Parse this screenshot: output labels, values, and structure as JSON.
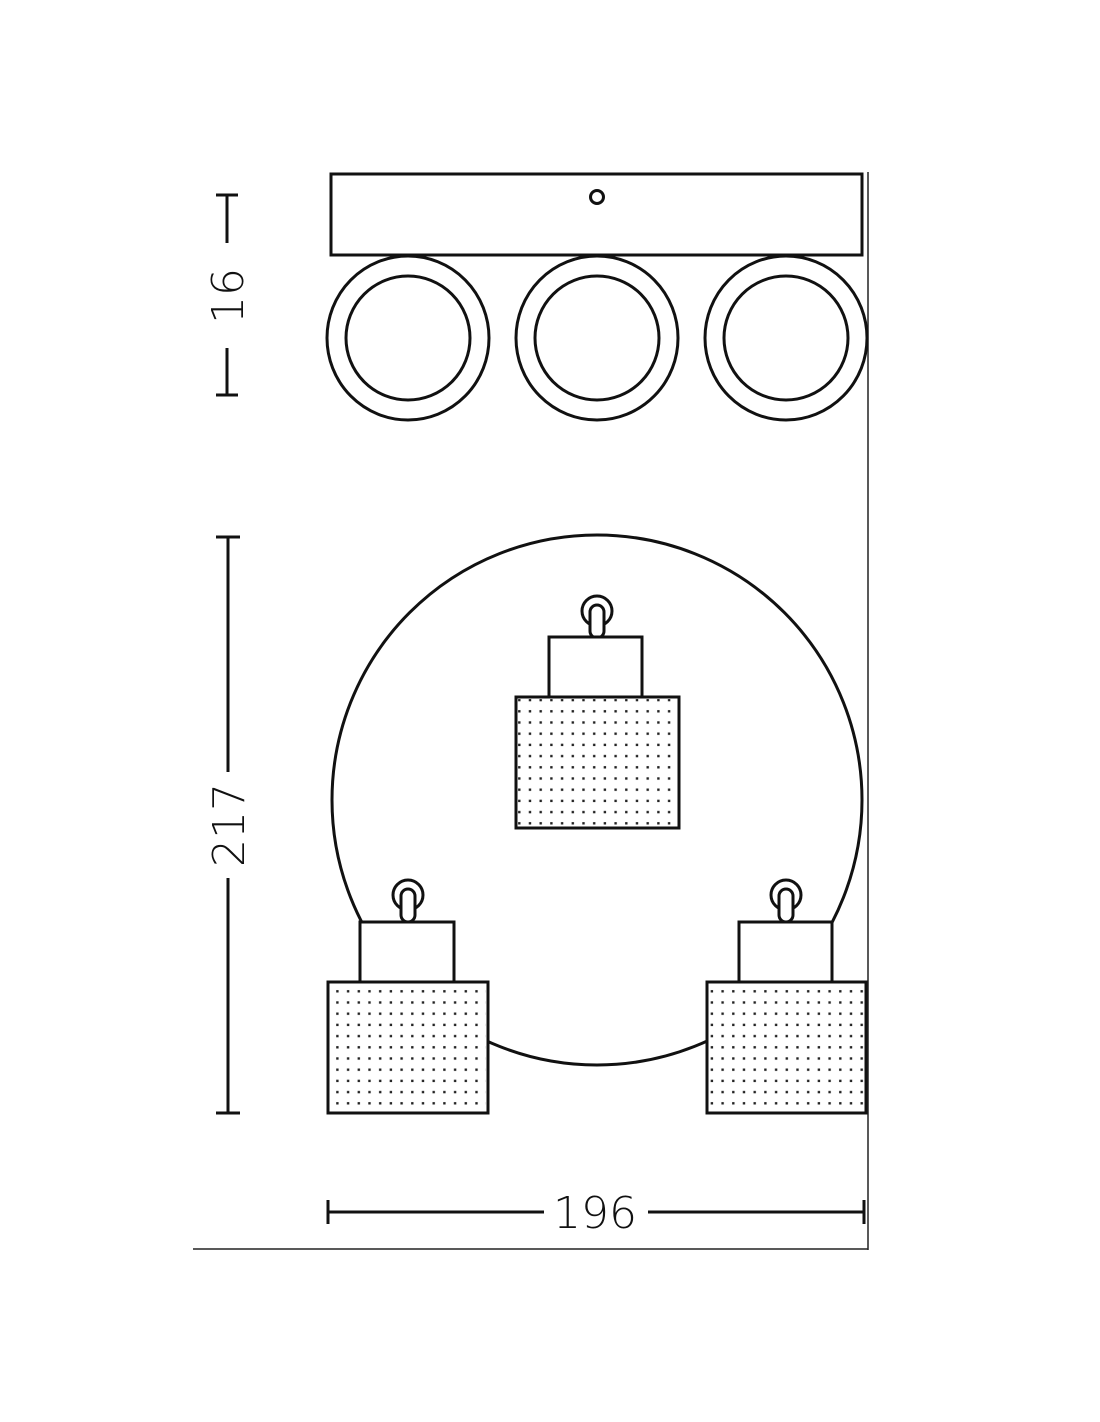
{
  "dimensions": {
    "height_top_view": "16",
    "height_front_view": "217",
    "width": "196"
  },
  "colors": {
    "line": "#111111",
    "background": "#ffffff"
  }
}
